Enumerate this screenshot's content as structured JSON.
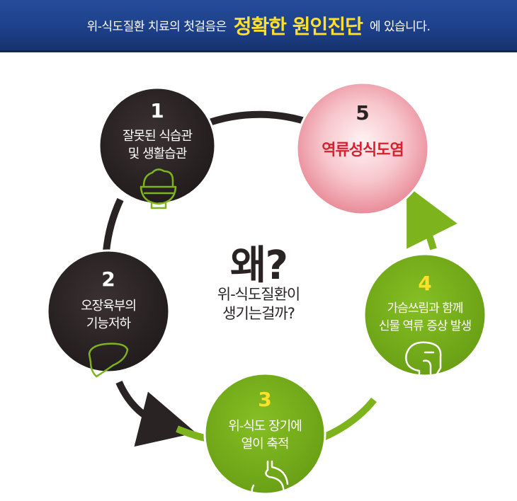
{
  "header": {
    "prefix": "위-식도질환 치료의 첫걸음은",
    "highlight": "정확한 원인진단",
    "suffix": "에 있습니다."
  },
  "center": {
    "question": "왜?",
    "line1": "위-식도질환이",
    "line2": "생기는걸까?"
  },
  "steps": [
    {
      "number": "1",
      "line1": "잘못된 식습관",
      "line2": "및 생활습관",
      "icon": "rice-bowl-icon"
    },
    {
      "number": "2",
      "line1": "오장육부의",
      "line2": "기능저하",
      "icon": "liver-icon"
    },
    {
      "number": "3",
      "line1": "위-식도 장기에",
      "line2": "열이 축적",
      "icon": "stomach-icon"
    },
    {
      "number": "4",
      "line1": "가슴쓰림과 함께",
      "line2": "신물 역류 증상 발생",
      "icon": "throat-profile-icon"
    },
    {
      "number": "5",
      "line1": "역류성식도염",
      "line2": "",
      "icon": ""
    }
  ],
  "colors": {
    "banner": "#1d3f88",
    "highlight": "#ffe02a",
    "dark": "#2a2324",
    "green": "#7db41e",
    "pink": "#f0a3ae",
    "red": "#d8202f",
    "number_yellow": "#ffe02a"
  }
}
